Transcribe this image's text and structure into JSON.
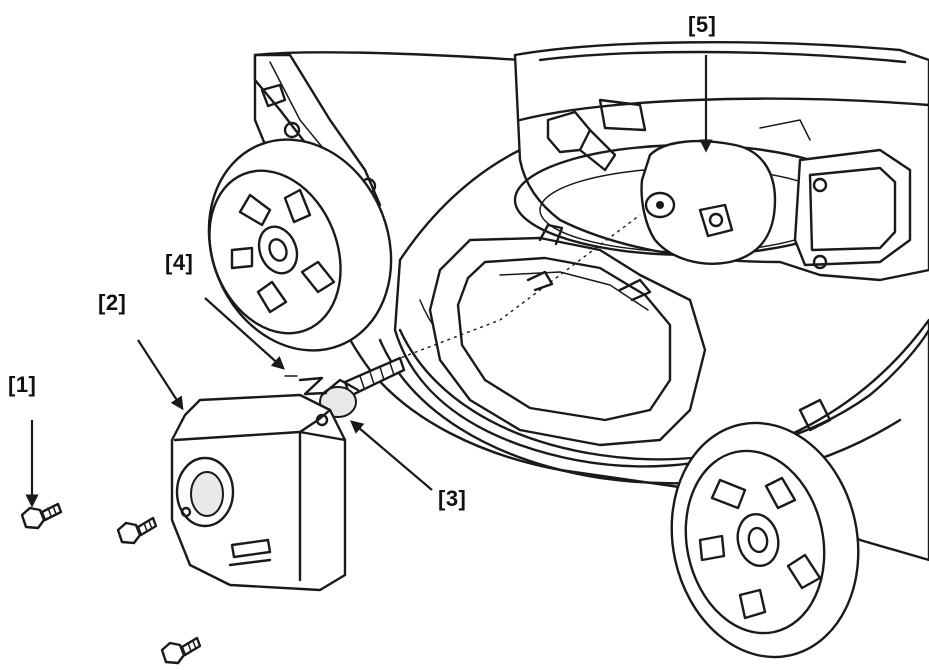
{
  "callouts": [
    {
      "id": "1",
      "label": "[1]"
    },
    {
      "id": "2",
      "label": "[2]"
    },
    {
      "id": "3",
      "label": "[3]"
    },
    {
      "id": "4",
      "label": "[4]"
    },
    {
      "id": "5",
      "label": "[5]"
    }
  ]
}
